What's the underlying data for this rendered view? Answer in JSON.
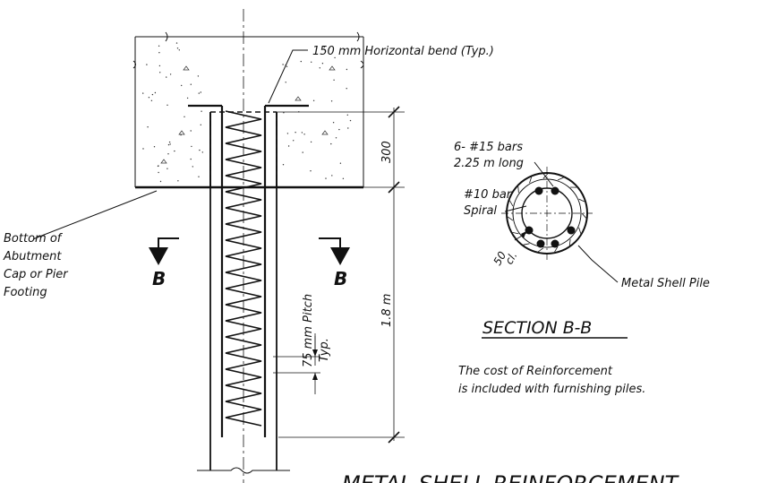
{
  "labels": {
    "horizontal_bend": "150 mm Horizontal bend (Typ.)",
    "dim_300": "300",
    "dim_1_8m": "1.8 m",
    "bottom_of_line1": "Bottom of",
    "bottom_of_line2": "Abutment",
    "bottom_of_line3": "Cap or Pier",
    "bottom_of_line4": "Footing",
    "section_mark_left": "B",
    "section_mark_right": "B",
    "pitch_line1": "75 mm Pitch",
    "pitch_line2": "Typ.",
    "bars_line1": "6- #15 bars",
    "bars_line2": "2.25 m long",
    "spiral_line1": "#10 bar",
    "spiral_line2": "Spiral",
    "cover_line1": "50",
    "cover_line2": "cl.",
    "metal_shell_pile": "Metal Shell Pile",
    "section_title": "SECTION B-B",
    "cost_line1": "The cost of Reinforcement",
    "cost_line2": "is included with furnishing piles.",
    "drawing_title": "METAL SHELL REINFORCEMENT"
  },
  "colors": {
    "ink": "#111111",
    "background": "#ffffff"
  }
}
